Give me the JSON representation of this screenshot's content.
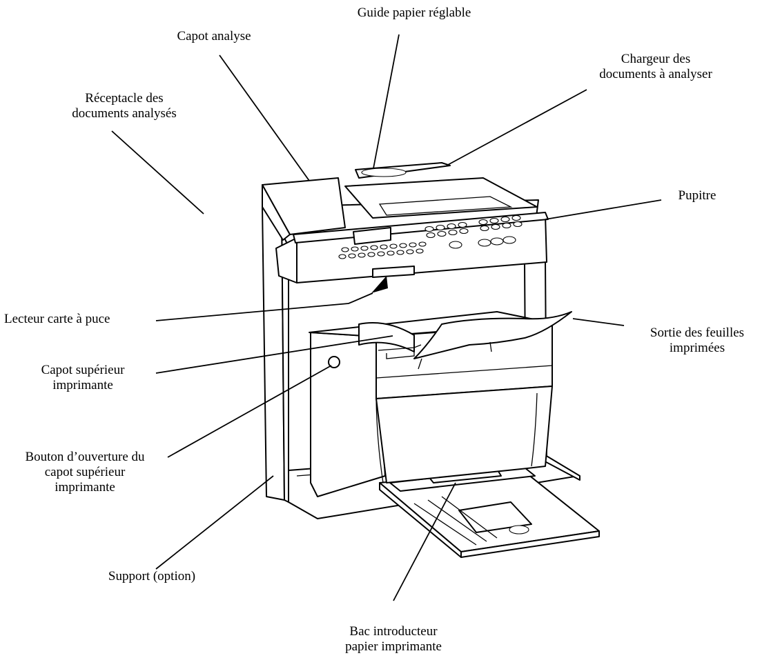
{
  "labels": {
    "guide_papier": {
      "lines": [
        "Guide papier réglable"
      ]
    },
    "capot_analyse": {
      "lines": [
        "Capot analyse"
      ]
    },
    "chargeur": {
      "lines": [
        "Chargeur des",
        "documents à analyser"
      ]
    },
    "receptacle": {
      "lines": [
        "Réceptacle des",
        "documents analysés"
      ]
    },
    "pupitre": {
      "lines": [
        "Pupitre"
      ]
    },
    "lecteur_carte": {
      "lines": [
        "Lecteur carte à puce"
      ]
    },
    "sortie_feuilles": {
      "lines": [
        "Sortie des feuilles",
        "imprimées"
      ]
    },
    "capot_superieur": {
      "lines": [
        "Capot supérieur",
        "imprimante"
      ]
    },
    "bouton_ouverture": {
      "lines": [
        "Bouton d’ouverture du",
        "capot supérieur",
        "imprimante"
      ]
    },
    "support": {
      "lines": [
        "Support (option)"
      ]
    },
    "bac_introducteur": {
      "lines": [
        "Bac introducteur",
        "papier imprimante"
      ]
    }
  }
}
